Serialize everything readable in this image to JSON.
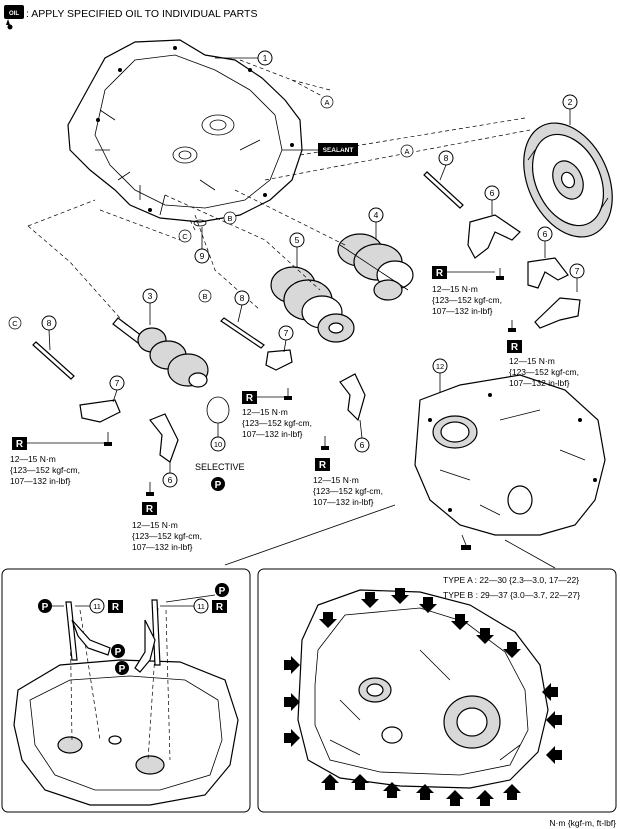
{
  "header": {
    "oil_icon_label": "OIL",
    "note": ": APPLY SPECIFIED OIL TO INDIVIDUAL PARTS"
  },
  "sealant_label": "SEALANT",
  "callouts": [
    "1",
    "2",
    "3",
    "4",
    "5",
    "6",
    "7",
    "8",
    "9",
    "10",
    "11",
    "12"
  ],
  "ref_letters": [
    "A",
    "B",
    "C"
  ],
  "badges": {
    "r": "R",
    "p": "P"
  },
  "torque": {
    "line1": "12—15 N·m",
    "line2": "{123—152 kgf-cm,",
    "line3": "107—132 in-lbf}"
  },
  "selective_label": "SELECTIVE",
  "types": {
    "a": "TYPE A : 22—30 {2.3—3.0, 17—22}",
    "b": "TYPE B : 29—37 {3.0—3.7, 22—27}"
  },
  "unit_label": "N·m {kgf-m, ft-lbf}"
}
